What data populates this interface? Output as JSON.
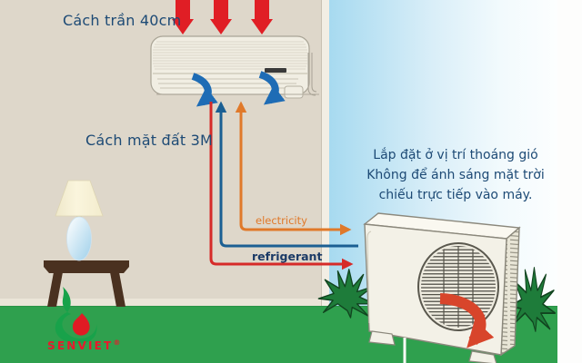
{
  "labels": {
    "ceiling_clearance": "Cách trần 40cm",
    "floor_clearance": "Cách mặt đất 3M",
    "outdoor_note_line1": "Lắp đặt ở vị trí thoáng gió",
    "outdoor_note_line2": "Không để ánh sáng mặt trời",
    "outdoor_note_line3": "chiếu trực tiếp vào máy.",
    "electricity": "electricity",
    "refrigerant": "refrigerant"
  },
  "brand": {
    "name": "SENVIET",
    "registered_mark": "®"
  },
  "icons": {
    "warm_air": "red-down-arrows",
    "cool_air": "blue-curl-arrows",
    "fan_rotation": "red-swirl-arrow",
    "electricity_line": "orange-pipe-arrow",
    "refrigerant_line": "red-pipe-arrow"
  },
  "colors": {
    "wall": "#ded7ca",
    "wall_edge": "#f2eee4",
    "sky_left": "#a7daf0",
    "grass": "#2fa04e",
    "warm_air_red": "#e01e25",
    "cool_air_blue": "#1e6cb5",
    "electricity_orange": "#e0792a",
    "refrigerant_red": "#d62a28",
    "refrigerant_blue": "#1b5f93",
    "text_navy": "#1d4a75",
    "logo_red": "#e8192c",
    "logo_green": "#18a24a",
    "table_brown": "#4a3120"
  }
}
